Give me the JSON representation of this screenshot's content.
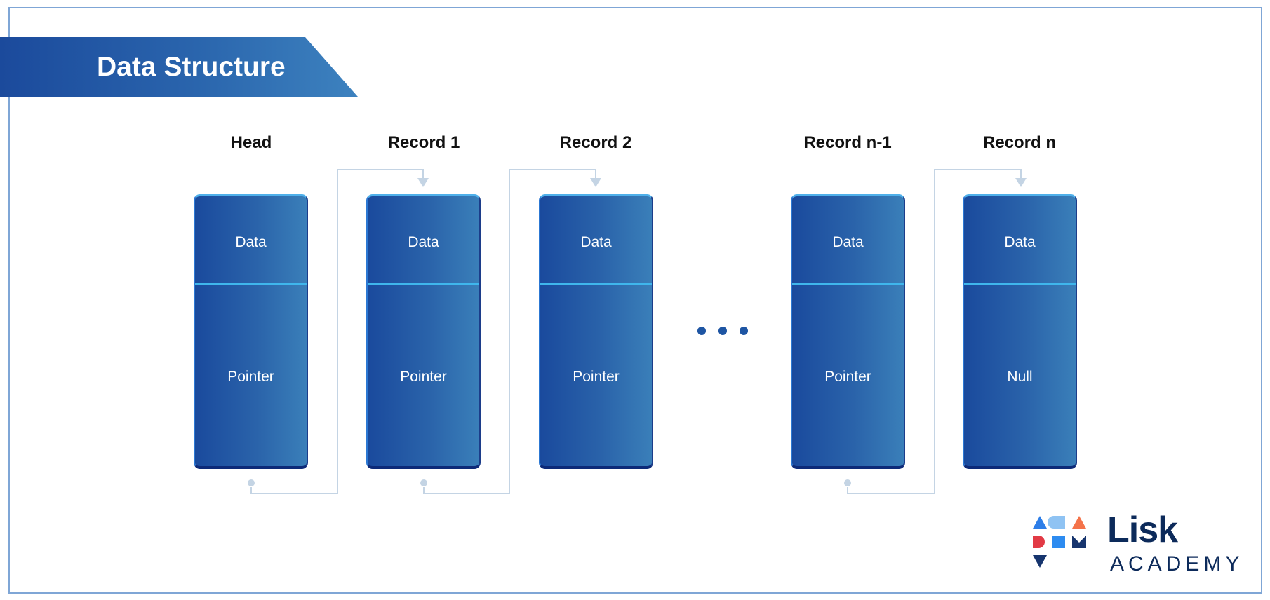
{
  "title": "Data Structure",
  "nodes": [
    {
      "label": "Head",
      "data": "Data",
      "pointer": "Pointer"
    },
    {
      "label": "Record 1",
      "data": "Data",
      "pointer": "Pointer"
    },
    {
      "label": "Record 2",
      "data": "Data",
      "pointer": "Pointer"
    },
    {
      "label": "Record n-1",
      "data": "Data",
      "pointer": "Pointer"
    },
    {
      "label": "Record n",
      "data": "Data",
      "pointer": "Null"
    }
  ],
  "logo": {
    "name": "Lisk",
    "sub": "ACADEMY",
    "icon": "lisk-academy-icon"
  },
  "colors": {
    "brand_blue": "#1b4a9c",
    "node_highlight": "#3fb6ec",
    "connector": "#c4d4e4",
    "logo_text": "#0c2a5a"
  }
}
